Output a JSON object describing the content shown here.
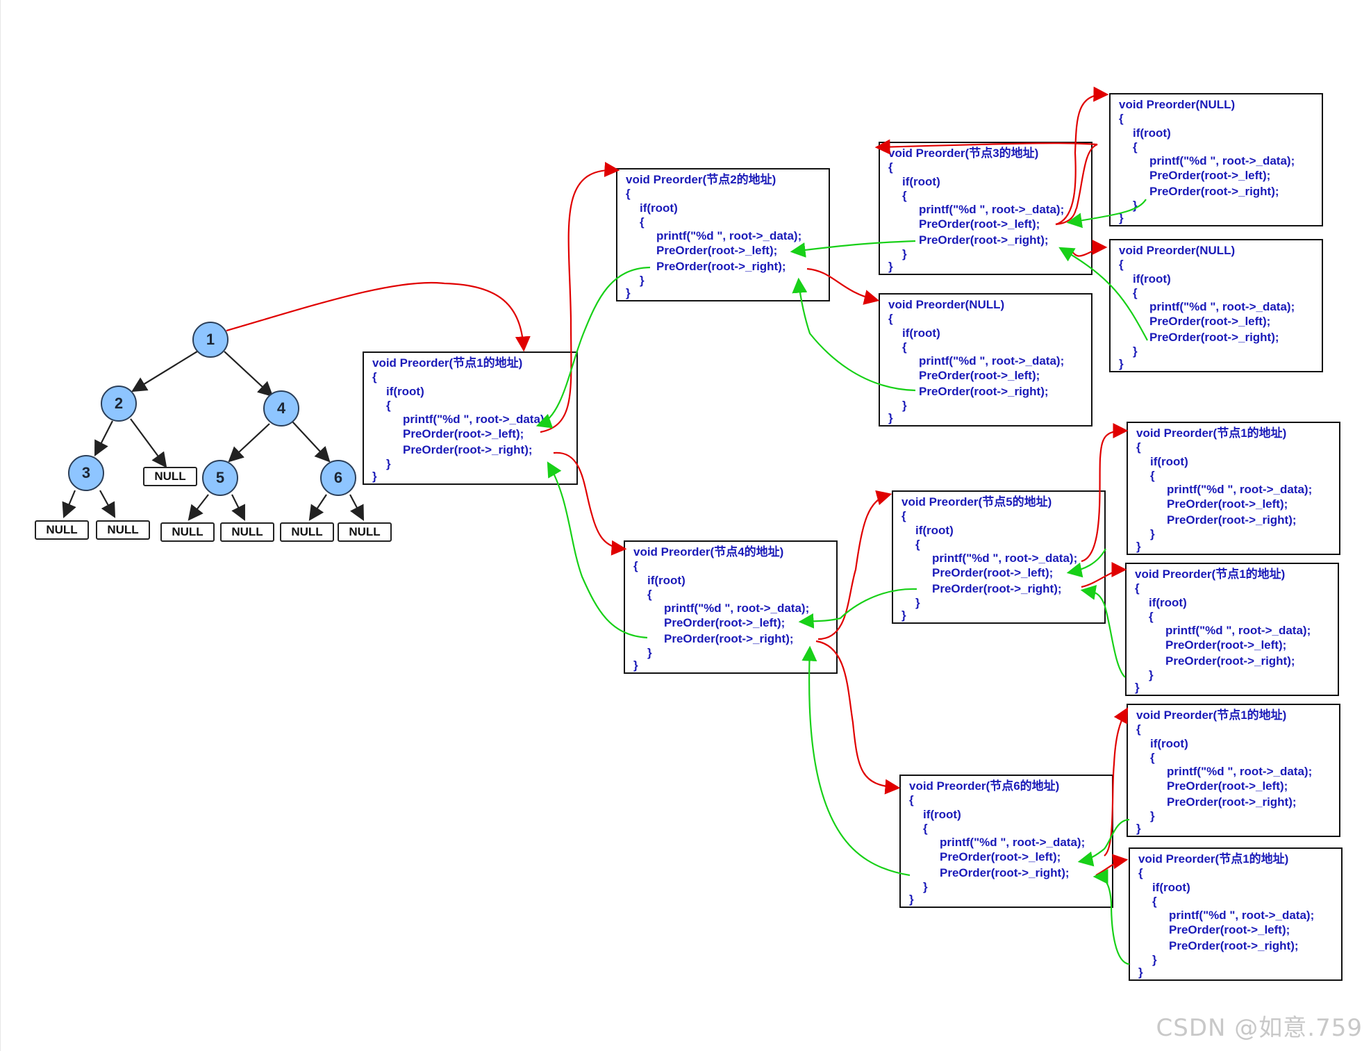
{
  "tree": {
    "nodes": [
      "1",
      "2",
      "4",
      "3",
      "5",
      "6"
    ],
    "null_label": "NULL"
  },
  "code_boxes": [
    {
      "header": "void Preorder(节点1的地址)"
    },
    {
      "header": "void Preorder(节点2的地址)"
    },
    {
      "header": "void Preorder(节点3的地址)"
    },
    {
      "header": "void Preorder(NULL)"
    },
    {
      "header": "void Preorder(NULL)"
    },
    {
      "header": "void Preorder(NULL)"
    },
    {
      "header": "void Preorder(节点4的地址)"
    },
    {
      "header": "void Preorder(节点5的地址)"
    },
    {
      "header": "void Preorder(节点1的地址)"
    },
    {
      "header": "void Preorder(节点1的地址)"
    },
    {
      "header": "void Preorder(节点6的地址)"
    },
    {
      "header": "void Preorder(节点1的地址)"
    },
    {
      "header": "void Preorder(节点1的地址)"
    }
  ],
  "code": {
    "open_brace": "{",
    "if_line": "if(root)",
    "inner_open": "{",
    "printf_line": "printf(\"%d \", root->_data);",
    "left_line": "PreOrder(root->_left);",
    "right_line": "PreOrder(root->_right);",
    "inner_close": "}",
    "close_brace": "}"
  },
  "colors": {
    "call_arrow": "#e00000",
    "return_arrow": "#18d018",
    "node_fill": "#8ec5ff",
    "code_text": "#1a1ab8"
  },
  "watermark": "CSDN @如意.759"
}
